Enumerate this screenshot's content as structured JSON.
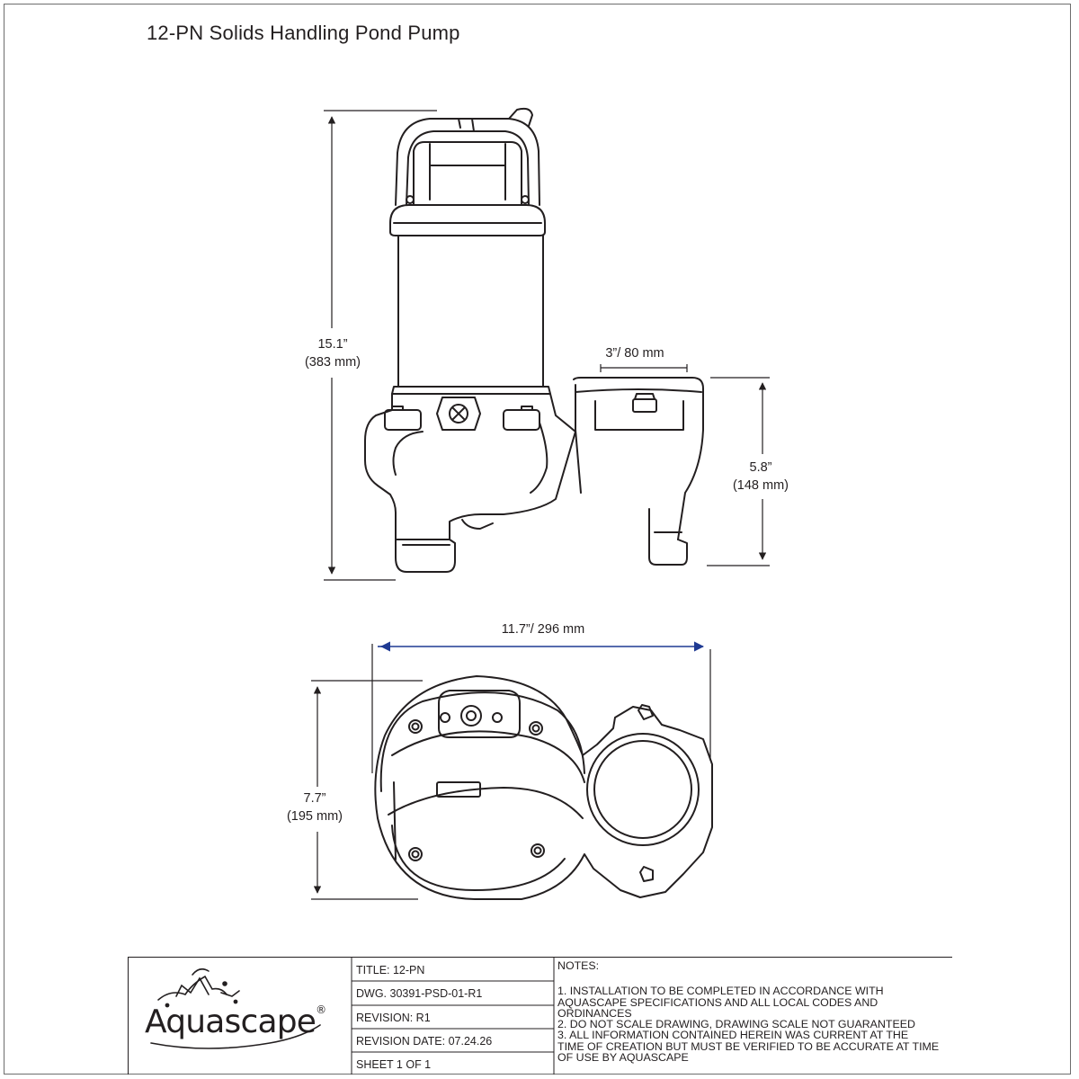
{
  "title": "12-PN Solids Handling Pond Pump",
  "dimensions": {
    "height_total": {
      "inches": "15.1”",
      "mm": "(383 mm)"
    },
    "discharge": "3”/ 80 mm",
    "discharge_height": {
      "inches": "5.8”",
      "mm": "(148 mm)"
    },
    "overall_length": "11.7”/ 296 mm",
    "width": {
      "inches": "7.7”",
      "mm": "(195 mm)"
    }
  },
  "title_block": {
    "brand": "Aquascape",
    "trademark": "®",
    "title": "TITLE: 12-PN",
    "drawing_number": "DWG. 30391-PSD-01-R1",
    "revision": "REVISION: R1",
    "revision_date": "REVISION DATE: 07.24.26",
    "sheet": "SHEET 1 OF 1",
    "notes_header": "NOTES:",
    "notes": [
      "1. INSTALLATION TO BE COMPLETED IN ACCORDANCE WITH",
      "AQUASCAPE SPECIFICATIONS AND ALL LOCAL CODES AND",
      "ORDINANCES",
      "2. DO NOT SCALE DRAWING, DRAWING SCALE NOT GUARANTEED",
      "3. ALL INFORMATION CONTAINED HEREIN WAS CURRENT AT THE",
      "TIME OF CREATION BUT MUST BE VERIFIED TO BE ACCURATE AT TIME",
      "OF USE BY AQUASCAPE"
    ]
  },
  "colors": {
    "line": "#231f20",
    "dimension_accent": "#1f3a93",
    "frame": "#6d6d6d"
  }
}
